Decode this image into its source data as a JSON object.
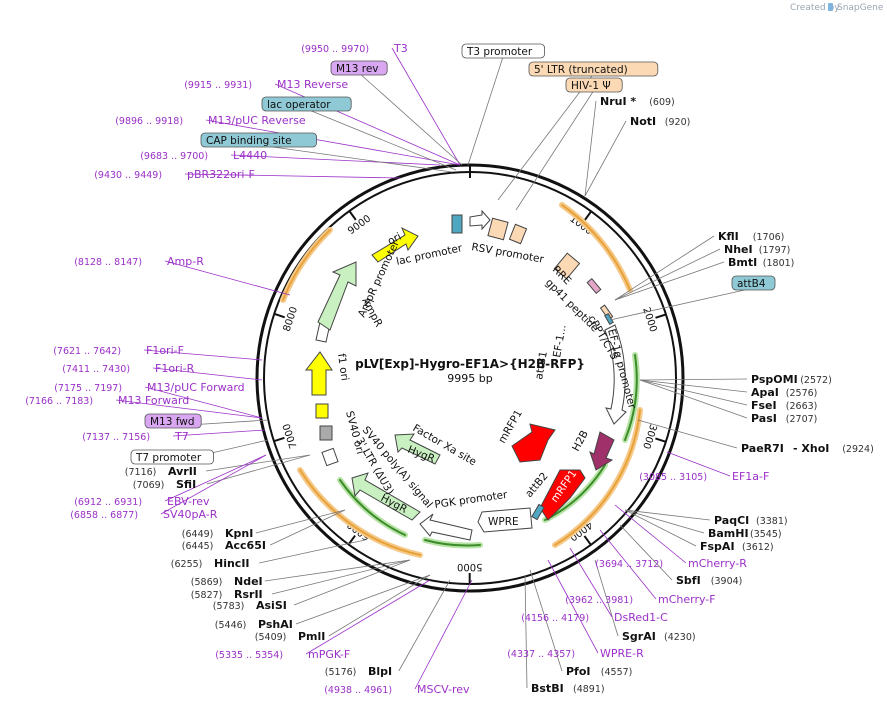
{
  "header": {
    "created_by": "Created by",
    "brand": "SnapGene"
  },
  "map": {
    "name": "pLV[Exp]-Hygro-EF1A>{H2B-RFP}",
    "size_label": "9995 bp",
    "ticks": [
      "1000",
      "2000",
      "3000",
      "4000",
      "5000",
      "6000",
      "7000",
      "8000",
      "9000"
    ]
  },
  "sites_right": [
    {
      "name": "NruI *",
      "pos": "(609)"
    },
    {
      "name": "NotI",
      "pos": "(920)"
    },
    {
      "name": "KflI",
      "pos": "(1706)"
    },
    {
      "name": "NheI",
      "pos": "(1797)"
    },
    {
      "name": "BmtI",
      "pos": "(1801)"
    },
    {
      "name": "PspOMI",
      "pos": "(2572)"
    },
    {
      "name": "ApaI",
      "pos": "(2576)"
    },
    {
      "name": "FseI",
      "pos": "(2663)"
    },
    {
      "name": "PasI",
      "pos": "(2707)"
    },
    {
      "name": "PaeR7I",
      "pos": ""
    },
    {
      "name": "- XhoI",
      "pos": "(2924)"
    },
    {
      "name": "PaqCI",
      "pos": "(3381)"
    },
    {
      "name": "BamHI",
      "pos": "(3545)"
    },
    {
      "name": "FspAI",
      "pos": "(3612)"
    },
    {
      "name": "SbfI",
      "pos": "(3904)"
    },
    {
      "name": "SgrAI",
      "pos": "(4230)"
    },
    {
      "name": "PfoI",
      "pos": "(4557)"
    },
    {
      "name": "BstBI",
      "pos": "(4891)"
    }
  ],
  "sites_left": [
    {
      "name": "AvrII",
      "pos": "(7116)"
    },
    {
      "name": "SfiI",
      "pos": "(7069)"
    },
    {
      "name": "KpnI",
      "pos": "(6449)"
    },
    {
      "name": "Acc65I",
      "pos": "(6445)"
    },
    {
      "name": "HincII",
      "pos": "(6255)"
    },
    {
      "name": "NdeI",
      "pos": "(5869)"
    },
    {
      "name": "RsrII",
      "pos": "(5827)"
    },
    {
      "name": "AsiSI",
      "pos": "(5783)"
    },
    {
      "name": "PshAI",
      "pos": "(5446)"
    },
    {
      "name": "PmlI",
      "pos": "(5409)"
    },
    {
      "name": "BlpI",
      "pos": "(5176)"
    }
  ],
  "primers": [
    {
      "name": "T3",
      "pos": "(9950 .. 9970)"
    },
    {
      "name": "M13 Reverse",
      "pos": "(9915 .. 9931)"
    },
    {
      "name": "M13/pUC Reverse",
      "pos": "(9896 .. 9918)"
    },
    {
      "name": "L4440",
      "pos": "(9683 .. 9700)"
    },
    {
      "name": "pBR322ori-F",
      "pos": "(9430 .. 9449)"
    },
    {
      "name": "Amp-R",
      "pos": "(8128 .. 8147)"
    },
    {
      "name": "F1ori-F",
      "pos": "(7621 .. 7642)"
    },
    {
      "name": "F1ori-R",
      "pos": "(7411 .. 7430)"
    },
    {
      "name": "M13/pUC Forward",
      "pos": "(7175 .. 7197)"
    },
    {
      "name": "M13 Forward",
      "pos": "(7166 .. 7183)"
    },
    {
      "name": "T7",
      "pos": "(7137 .. 7156)"
    },
    {
      "name": "EBV-rev",
      "pos": "(6912 .. 6931)"
    },
    {
      "name": "SV40pA-R",
      "pos": "(6858 .. 6877)"
    },
    {
      "name": "mPGK-F",
      "pos": "(5335 .. 5354)"
    },
    {
      "name": "MSCV-rev",
      "pos": "(4938 .. 4961)"
    },
    {
      "name": "EF1a-F",
      "pos": "(3085 .. 3105)"
    },
    {
      "name": "mCherry-R",
      "pos": "(3694 .. 3712)"
    },
    {
      "name": "mCherry-F",
      "pos": "(3962 .. 3981)"
    },
    {
      "name": "DsRed1-C",
      "pos": "(4156 .. 4179)"
    },
    {
      "name": "WPRE-R",
      "pos": "(4337 .. 4357)"
    }
  ],
  "boxed_labels": [
    {
      "name": "T3 promoter",
      "color": "#ffffff"
    },
    {
      "name": "5' LTR (truncated)",
      "color": "#fbd9b5"
    },
    {
      "name": "HIV-1 Ψ",
      "color": "#fbd9b5"
    },
    {
      "name": "M13 rev",
      "color": "#d9a6f2"
    },
    {
      "name": "lac operator",
      "color": "#8fc9d6"
    },
    {
      "name": "CAP binding site",
      "color": "#8fc9d6"
    },
    {
      "name": "attB4",
      "color": "#8fc9d6"
    },
    {
      "name": "M13 fwd",
      "color": "#d9a6f2"
    },
    {
      "name": "T7 promoter",
      "color": "#ffffff"
    }
  ],
  "features": {
    "ori": "ori",
    "lac_promoter": "lac promoter",
    "rsv_promoter": "RSV promoter",
    "rre": "RRE",
    "gp41": "gp41 peptide",
    "cppt": "cPPT/CTS",
    "ef1a": "EF-1α promoter",
    "ef1": "EF-1...",
    "attb1": "attB1",
    "mrfp1_a": "mRFP1",
    "h2b": "H2B",
    "mrfp1_b": "mRFP1",
    "attb2": "attB2",
    "wpre": "WPRE",
    "pgk": "PGK promoter",
    "hygr_a": "HygR",
    "hygr_b": "HygR",
    "factor_xa": "Factor Xa site",
    "sv40": "SV40 poly(A) signal",
    "ltr3": "3' LTR (ΔU3)",
    "sv40ori": "SV40 ori",
    "f1ori": "f1 ori",
    "ampr": "AmpR",
    "ampr_prom": "AmpR promoter"
  },
  "colors": {
    "ring": "#111111",
    "purple": "#9b30c8",
    "orange": "#e8a23a",
    "green": "#3c8c2a",
    "red": "#ff0000",
    "maroon": "#a0306a",
    "yellow": "#ffff00"
  }
}
